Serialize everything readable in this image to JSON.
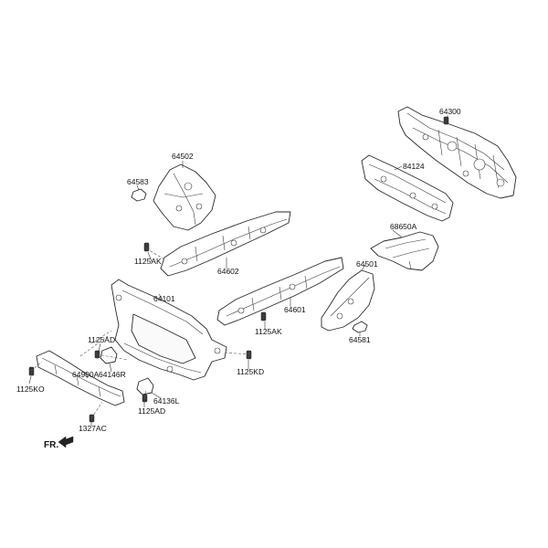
{
  "callouts": {
    "c64300": "64300",
    "c84124": "84124",
    "c64502": "64502",
    "c64583": "64583",
    "c68650A": "68650A",
    "c1125AK_a": "1125AK",
    "c64602": "64602",
    "c64501": "64501",
    "c64101": "64101",
    "c64601": "64601",
    "c1125AK_b": "1125AK",
    "c1125AD_a": "1125AD",
    "c64581": "64581",
    "c1125KD": "1125KD",
    "c64900A": "64900A",
    "c64146R": "64146R",
    "c1125KO": "1125KO",
    "c64136L": "64136L",
    "c1125AD_b": "1125AD",
    "c1327AC": "1327AC"
  },
  "orientation": {
    "label": "FR."
  }
}
